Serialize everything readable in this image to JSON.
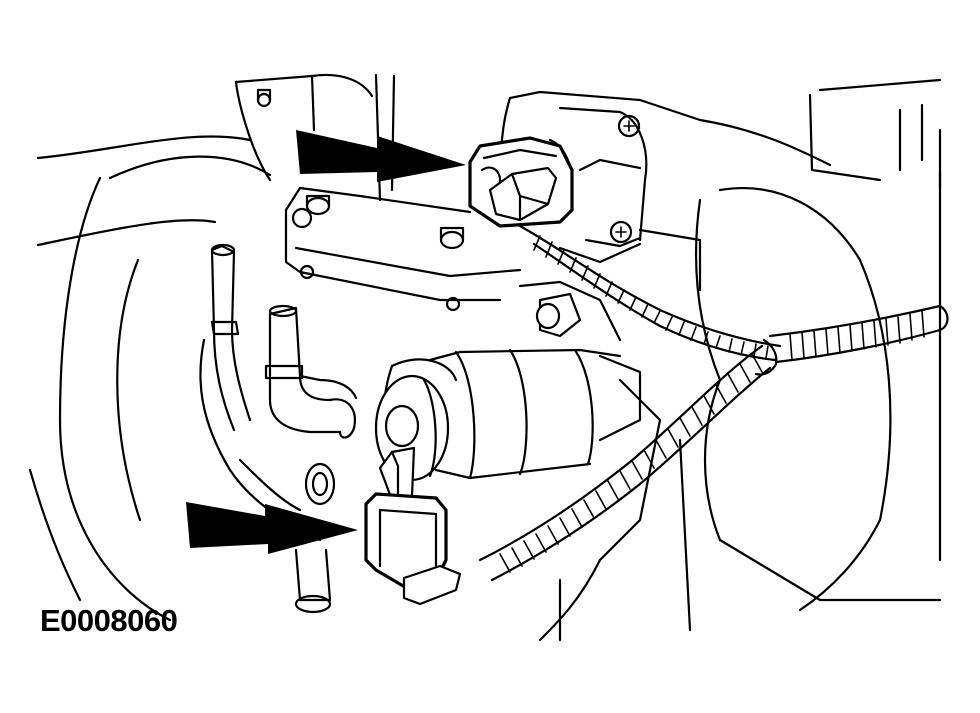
{
  "figure": {
    "id_label": "E0008060"
  },
  "callouts": [
    {
      "name": "upper-arrow",
      "points_to": "upper-connector"
    },
    {
      "name": "lower-arrow",
      "points_to": "lower-connector"
    }
  ],
  "colors": {
    "line": "#000000",
    "background": "#ffffff"
  }
}
